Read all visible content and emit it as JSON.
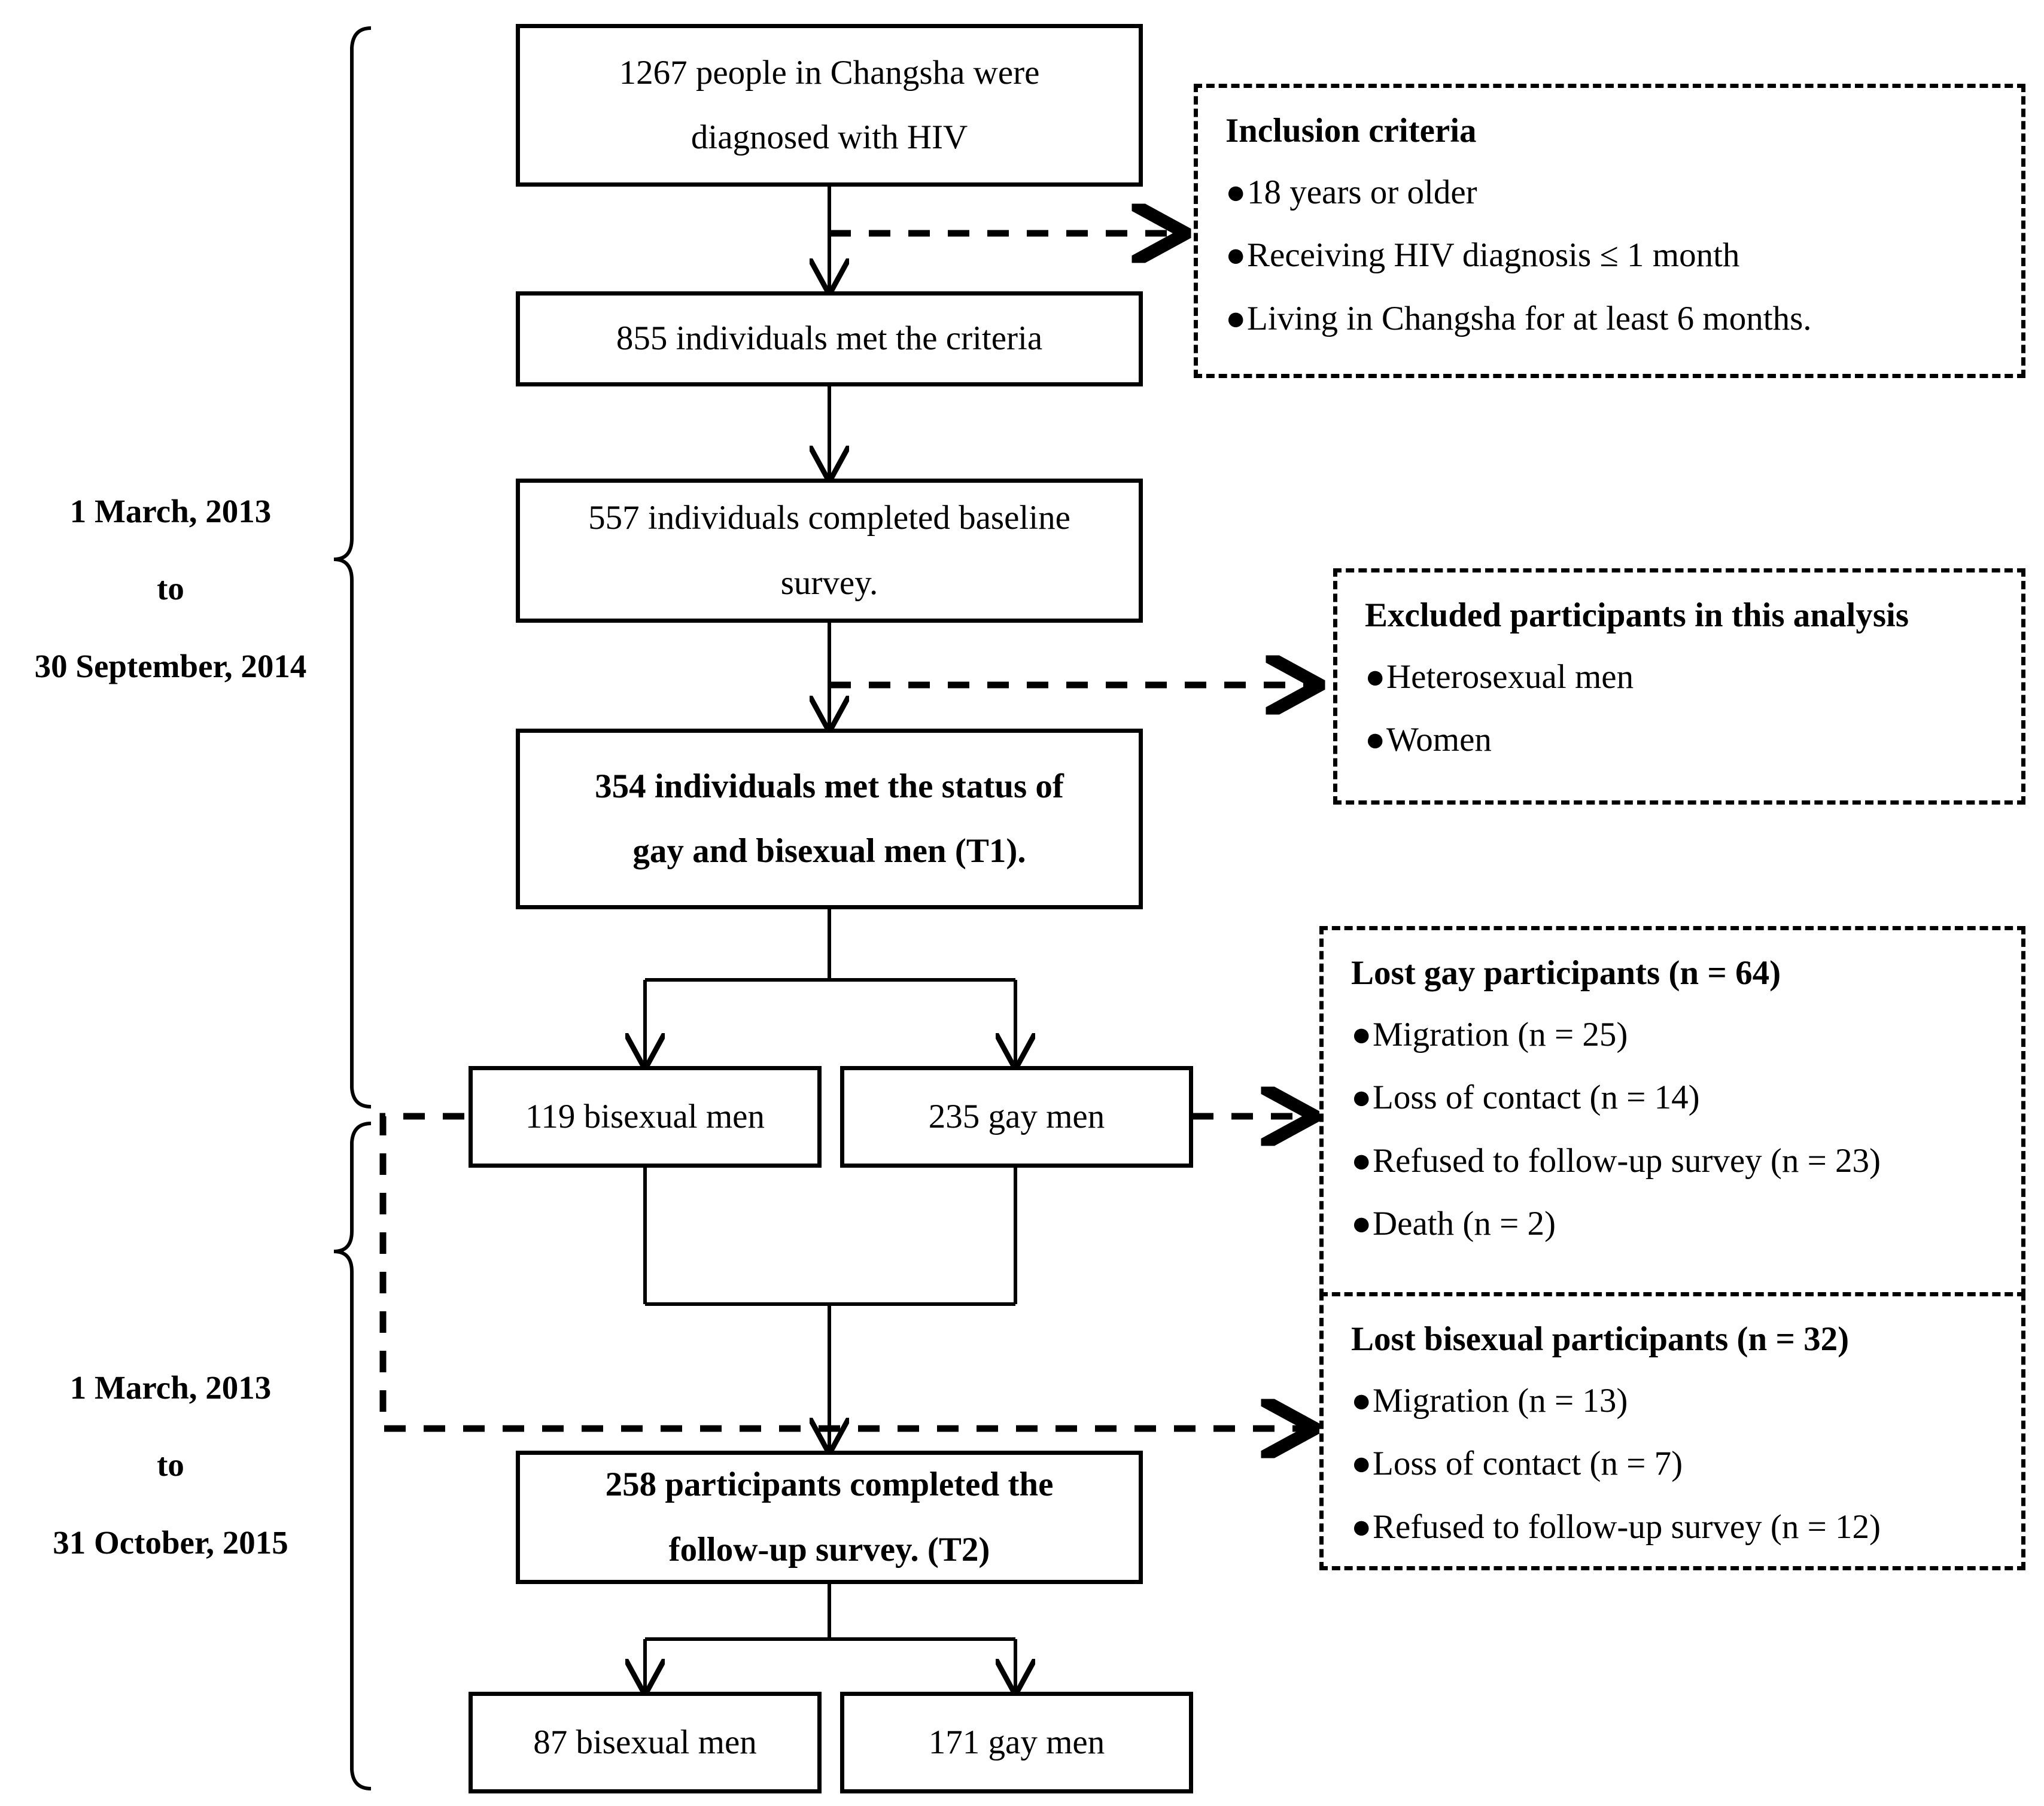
{
  "chart_data": {
    "type": "flowchart",
    "title": "Participant recruitment and follow-up flow diagram",
    "nodes": [
      {
        "id": "diagnosed",
        "label": "1267 people in Changsha were diagnosed with HIV",
        "value": 1267
      },
      {
        "id": "met_criteria",
        "label": "855 individuals met the criteria",
        "value": 855
      },
      {
        "id": "baseline",
        "label": "557 individuals completed baseline survey.",
        "value": 557
      },
      {
        "id": "t1",
        "label": "354 individuals met the status of gay and bisexual men (T1).",
        "value": 354
      },
      {
        "id": "bisexual_t1",
        "label": "119 bisexual men",
        "value": 119
      },
      {
        "id": "gay_t1",
        "label": "235 gay men",
        "value": 235
      },
      {
        "id": "t2",
        "label": "258 participants completed the follow-up survey. (T2)",
        "value": 258
      },
      {
        "id": "bisexual_t2",
        "label": "87 bisexual men",
        "value": 87
      },
      {
        "id": "gay_t2",
        "label": "171 gay men",
        "value": 171
      }
    ]
  },
  "periods": [
    {
      "start": "1 March,  2013",
      "mid": "to",
      "end": "30 September, 2014"
    },
    {
      "start": "1 March, 2013",
      "mid": "to",
      "end": "31 October, 2015"
    }
  ],
  "boxes": {
    "diagnosed": {
      "line1": "1267 people in Changsha were",
      "line2": "diagnosed with HIV"
    },
    "met_criteria": {
      "line1": "855 individuals met the criteria"
    },
    "baseline": {
      "line1": "557 individuals completed baseline",
      "line2": "survey."
    },
    "t1": {
      "line1": "354 individuals met the status of",
      "line2": "gay and bisexual men (T1)."
    },
    "bisexual_t1": {
      "line1": "119 bisexual men"
    },
    "gay_t1": {
      "line1": "235 gay men"
    },
    "t2": {
      "line1": "258 participants completed the",
      "line2": "follow-up survey. (T2)"
    },
    "bisexual_t2": {
      "line1": "87 bisexual men"
    },
    "gay_t2": {
      "line1": "171 gay men"
    }
  },
  "inclusion": {
    "heading": "Inclusion criteria",
    "items": [
      "18 years or older",
      "Receiving HIV diagnosis ≤ 1 month",
      "Living in Changsha for at least 6 months."
    ]
  },
  "excluded": {
    "heading": "Excluded participants in this analysis",
    "items": [
      "Heterosexual men",
      "Women"
    ]
  },
  "lost_gay": {
    "heading": "Lost gay participants (n = 64)",
    "items": [
      "Migration (n = 25)",
      "Loss of contact (n = 14)",
      "Refused to follow-up survey (n = 23)",
      "Death (n = 2)"
    ]
  },
  "lost_bisexual": {
    "heading": "Lost bisexual participants (n = 32)",
    "items": [
      "Migration (n = 13)",
      "Loss of contact (n = 7)",
      "Refused to follow-up survey (n = 12)"
    ]
  },
  "bullet": "●",
  "colors": {
    "stroke": "#000000",
    "background": "#ffffff"
  }
}
